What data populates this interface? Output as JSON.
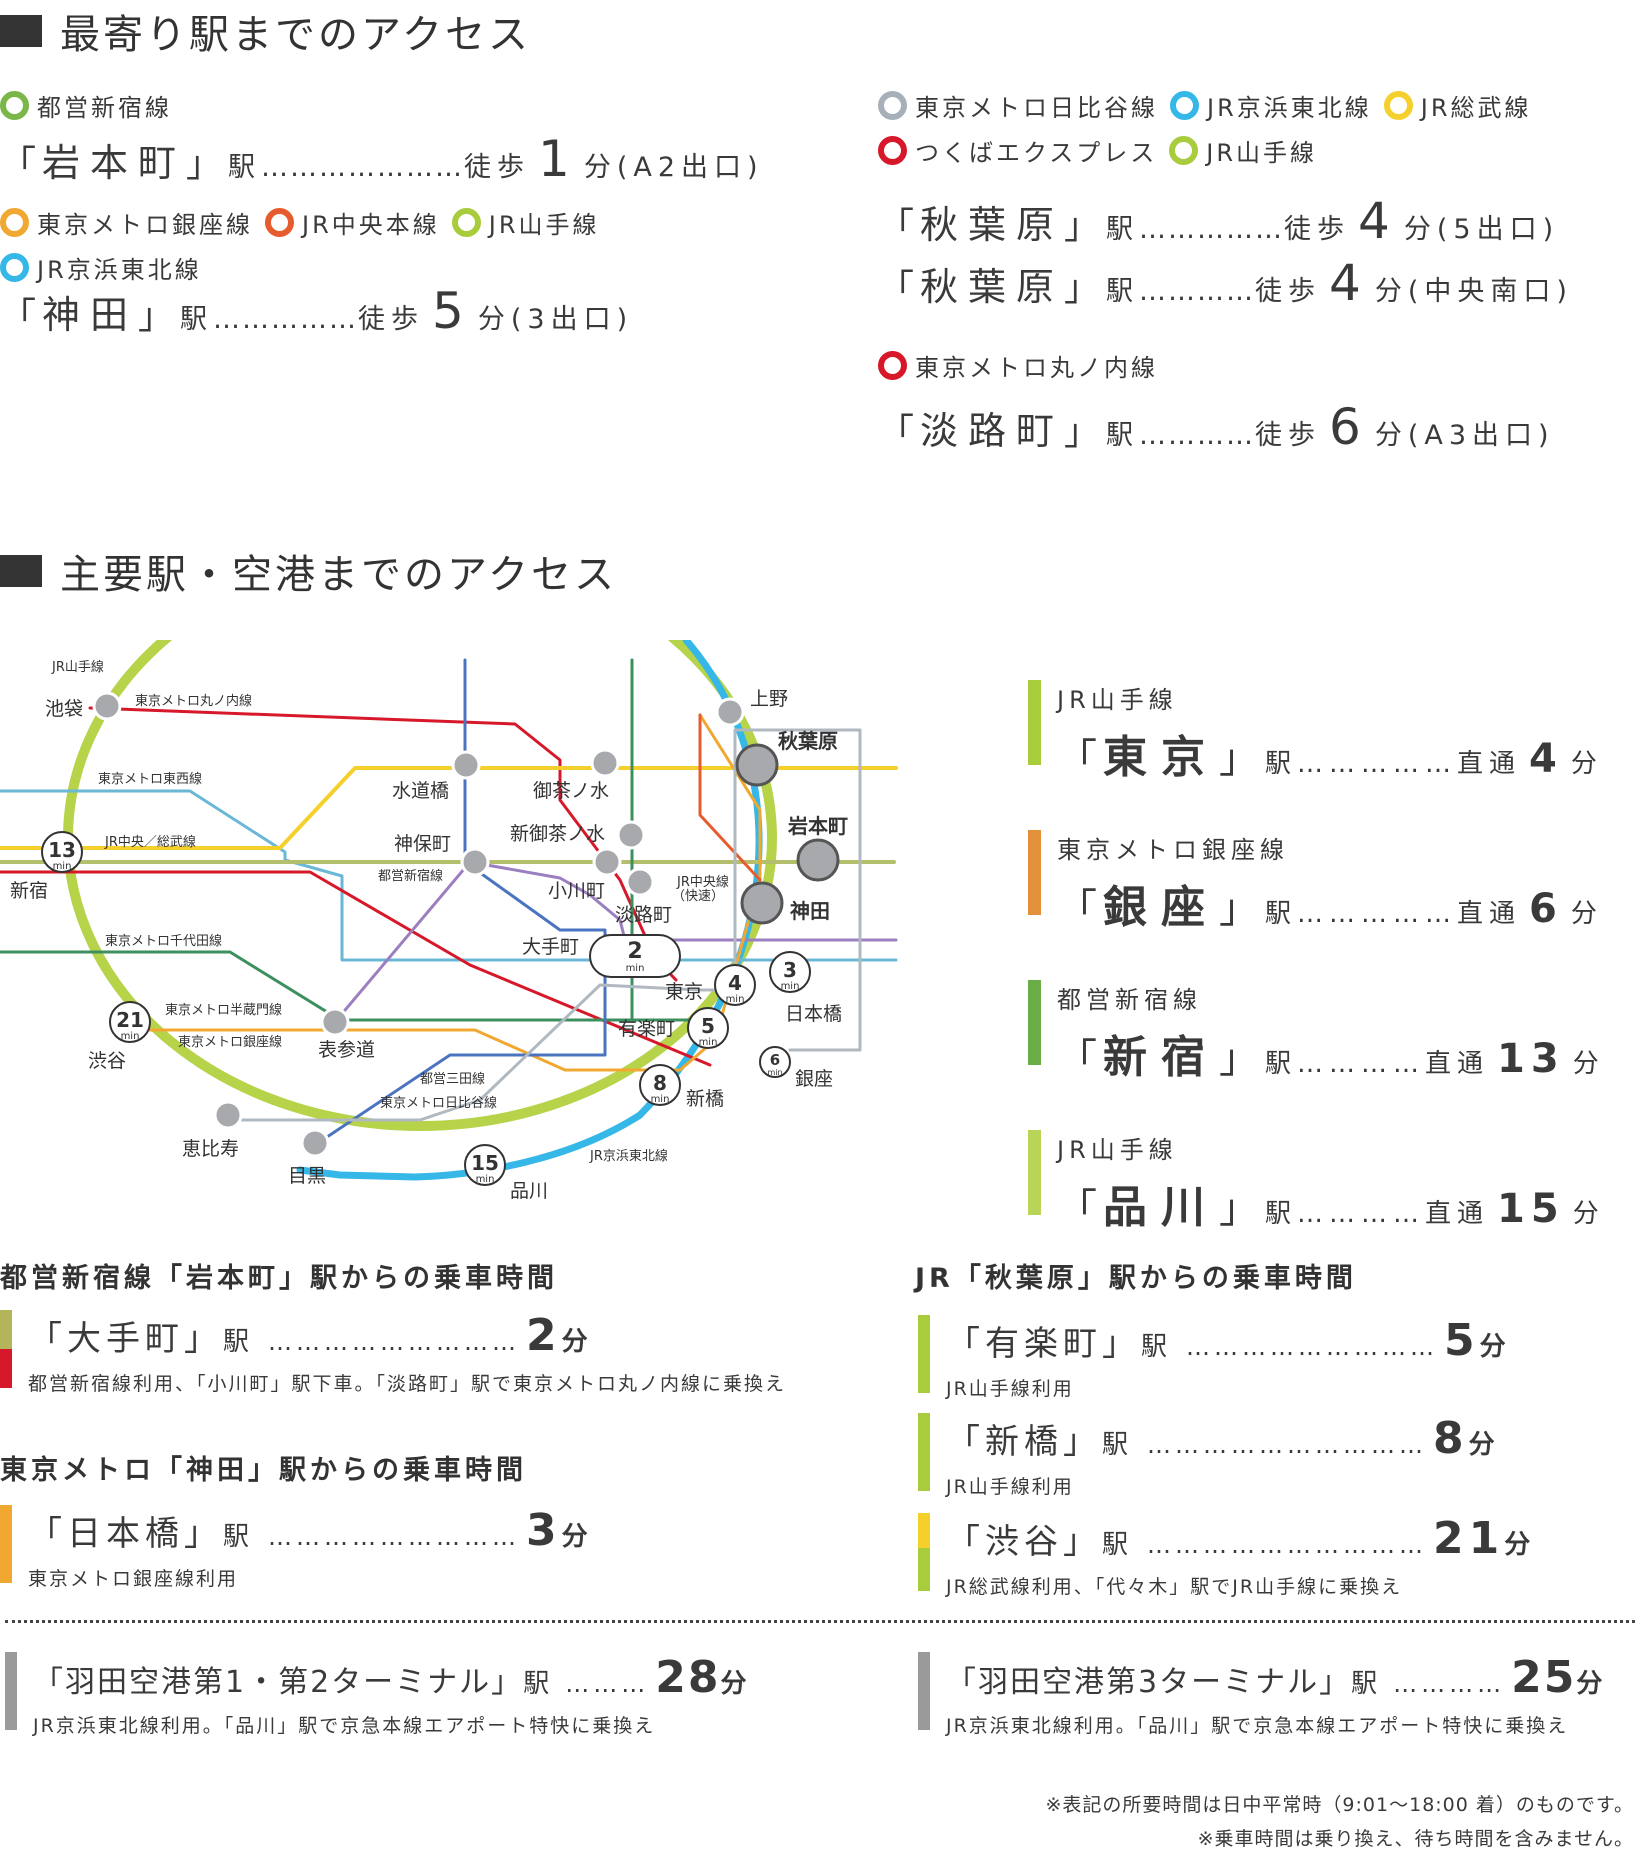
{
  "colors": {
    "shinjuku_line": "#7ab648",
    "ginza_line": "#f0a830",
    "chuo_line": "#e65c2e",
    "yamanote": "#a8cc3c",
    "keihin_tohoku": "#35b7e8",
    "hibiya": "#a7b0b8",
    "sobu": "#f5d02c",
    "tsukuba": "#d7182a",
    "marunouchi": "#d7182a",
    "haneda": "#9a9a9a"
  },
  "section1": {
    "title": "最寄り駅までのアクセス",
    "iwamotocho": {
      "lines": [
        {
          "label": "都営新宿線",
          "color": "#7ab648"
        }
      ],
      "open": "「",
      "station": "岩本町",
      "close": "」",
      "eki": "駅",
      "dots": "…………………",
      "walk": "徒歩",
      "minutes": "1",
      "fun": "分",
      "exit": "(A2出口)"
    },
    "kanda": {
      "lines": [
        {
          "label": "東京メトロ銀座線",
          "color": "#f0a830"
        },
        {
          "label": "JR中央本線",
          "color": "#e65c2e"
        },
        {
          "label": "JR山手線",
          "color": "#a8cc3c"
        },
        {
          "label": "JR京浜東北線",
          "color": "#35b7e8"
        }
      ],
      "open": "「",
      "station": "神田",
      "close": "」",
      "eki": "駅",
      "dots": "……………",
      "walk": "徒歩",
      "minutes": "5",
      "fun": "分",
      "exit": "(3出口)"
    },
    "akihabara": {
      "lines": [
        {
          "label": "東京メトロ日比谷線",
          "color": "#a7b0b8"
        },
        {
          "label": "JR京浜東北線",
          "color": "#35b7e8"
        },
        {
          "label": "JR総武線",
          "color": "#f5d02c"
        },
        {
          "label": "つくばエクスプレス",
          "color": "#d7182a"
        },
        {
          "label": "JR山手線",
          "color": "#a8cc3c"
        }
      ],
      "row1": {
        "open": "「",
        "station": "秋葉原",
        "close": "」",
        "eki": "駅",
        "dots": "……………",
        "walk": "徒歩",
        "minutes": "4",
        "fun": "分",
        "exit": "(5出口)"
      },
      "row2": {
        "open": "「",
        "station": "秋葉原",
        "close": "」",
        "eki": "駅",
        "dots": "…………",
        "walk": "徒歩",
        "minutes": "4",
        "fun": "分",
        "exit": "(中央南口)"
      }
    },
    "awajicho": {
      "lines": [
        {
          "label": "東京メトロ丸ノ内線",
          "color": "#d7182a"
        }
      ],
      "open": "「",
      "station": "淡路町",
      "close": "」",
      "eki": "駅",
      "dots": "…………",
      "walk": "徒歩",
      "minutes": "6",
      "fun": "分",
      "exit": "(A3出口)"
    }
  },
  "section2": {
    "title": "主要駅・空港までのアクセス"
  },
  "map": {
    "line_labels": {
      "yamanote": "JR山手線",
      "marunouchi": "東京メトロ丸ノ内線",
      "tozai": "東京メトロ東西線",
      "chuo_sobu": "JR中央／総武線",
      "shinjuku": "都営新宿線",
      "chiyoda": "東京メトロ千代田線",
      "hanzomon": "東京メトロ半蔵門線",
      "ginza": "東京メトロ銀座線",
      "mita": "都営三田線",
      "hibiya": "東京メトロ日比谷線",
      "keihin": "JR京浜東北線",
      "chuo_rapid": "JR中央線",
      "chuo_rapid2": "（快速）"
    },
    "stations": {
      "ikebukuro": "池袋",
      "suidobashi": "水道橋",
      "ochanomizu": "御茶ノ水",
      "shin_ochanomizu": "新御茶ノ水",
      "jimbocho": "神保町",
      "ogawamachi": "小川町",
      "awajicho": "淡路町",
      "otemachi": "大手町",
      "shinjuku": "新宿",
      "shibuya": "渋谷",
      "omotesando": "表参道",
      "ebisu": "恵比寿",
      "meguro": "目黒",
      "shinagawa": "品川",
      "ueno": "上野",
      "akihabara": "秋葉原",
      "iwamotocho": "岩本町",
      "kanda": "神田",
      "tokyo": "東京",
      "nihombashi": "日本橋",
      "yurakucho": "有楽町",
      "ginza": "銀座",
      "shimbashi": "新橋"
    },
    "badges": {
      "shinjuku": "13",
      "otemachi": "2",
      "shibuya": "21",
      "tokyo": "4",
      "nihombashi": "3",
      "yurakucho": "5",
      "ginza": "6",
      "shimbashi": "8",
      "shinagawa": "15",
      "unit": "min"
    }
  },
  "routes_right": [
    {
      "line": "JR山手線",
      "color": "#a8cc3c",
      "open": "「",
      "station": "東京",
      "close": "」",
      "eki": "駅",
      "dots": "……………",
      "chokutsu": "直通",
      "minutes": "4",
      "fun": "分"
    },
    {
      "line": "東京メトロ銀座線",
      "color": "#e2903a",
      "open": "「",
      "station": "銀座",
      "close": "」",
      "eki": "駅",
      "dots": "……………",
      "chokutsu": "直通",
      "minutes": "6",
      "fun": "分"
    },
    {
      "line": "都営新宿線",
      "color": "#6aad47",
      "open": "「",
      "station": "新宿",
      "close": "」",
      "eki": "駅",
      "dots": "…………",
      "chokutsu": "直通",
      "minutes": "13",
      "fun": "分"
    },
    {
      "line": "JR山手線",
      "color": "#b9d557",
      "open": "「",
      "station": "品川",
      "close": "」",
      "eki": "駅",
      "dots": "…………",
      "chokutsu": "直通",
      "minutes": "15",
      "fun": "分"
    }
  ],
  "from_iwamotocho": {
    "title": "都営新宿線「岩本町」駅からの乗車時間",
    "rows": [
      {
        "station": "「大手町」",
        "eki": "駅",
        "dots": "………………………",
        "minutes": "2",
        "fun": "分",
        "note": "都営新宿線利用、「小川町」駅下車。「淡路町」駅で東京メトロ丸ノ内線に乗換え",
        "colors": [
          "#b4b45a",
          "#d7182a"
        ]
      }
    ]
  },
  "from_kanda": {
    "title": "東京メトロ「神田」駅からの乗車時間",
    "rows": [
      {
        "station": "「日本橋」",
        "eki": "駅",
        "dots": "………………………",
        "minutes": "3",
        "fun": "分",
        "note": "東京メトロ銀座線利用",
        "colors": [
          "#f0a830",
          "#f0a830"
        ]
      }
    ]
  },
  "from_akihabara": {
    "title": "JR「秋葉原」駅からの乗車時間",
    "rows": [
      {
        "station": "「有楽町」",
        "eki": "駅",
        "dots": "………………………",
        "minutes": "5",
        "fun": "分",
        "note": "JR山手線利用",
        "colors": [
          "#a8cc3c",
          "#a8cc3c"
        ]
      },
      {
        "station": "「新橋」",
        "eki": "駅",
        "dots": "…………………………",
        "minutes": "8",
        "fun": "分",
        "note": "JR山手線利用",
        "colors": [
          "#a8cc3c",
          "#a8cc3c"
        ]
      },
      {
        "station": "「渋谷」",
        "eki": "駅",
        "dots": "…………………………",
        "minutes": "21",
        "fun": "分",
        "note": "JR総武線利用、「代々木」駅でJR山手線に乗換え",
        "colors": [
          "#f5d02c",
          "#a8cc3c"
        ]
      }
    ]
  },
  "airport": {
    "left": {
      "station": "「羽田空港第1・第2ターミナル」",
      "eki": "駅",
      "dots": "………",
      "minutes": "28",
      "fun": "分",
      "note": "JR京浜東北線利用。「品川」駅で京急本線エアポート特快に乗換え"
    },
    "right": {
      "station": "「羽田空港第3ターミナル」",
      "eki": "駅",
      "dots": "…………",
      "minutes": "25",
      "fun": "分",
      "note": "JR京浜東北線利用。「品川」駅で京急本線エアポート特快に乗換え"
    }
  },
  "footnotes": [
    "※表記の所要時間は日中平常時（9:01〜18:00 着）のものです。",
    "※乗車時間は乗り換え、待ち時間を含みません。"
  ]
}
